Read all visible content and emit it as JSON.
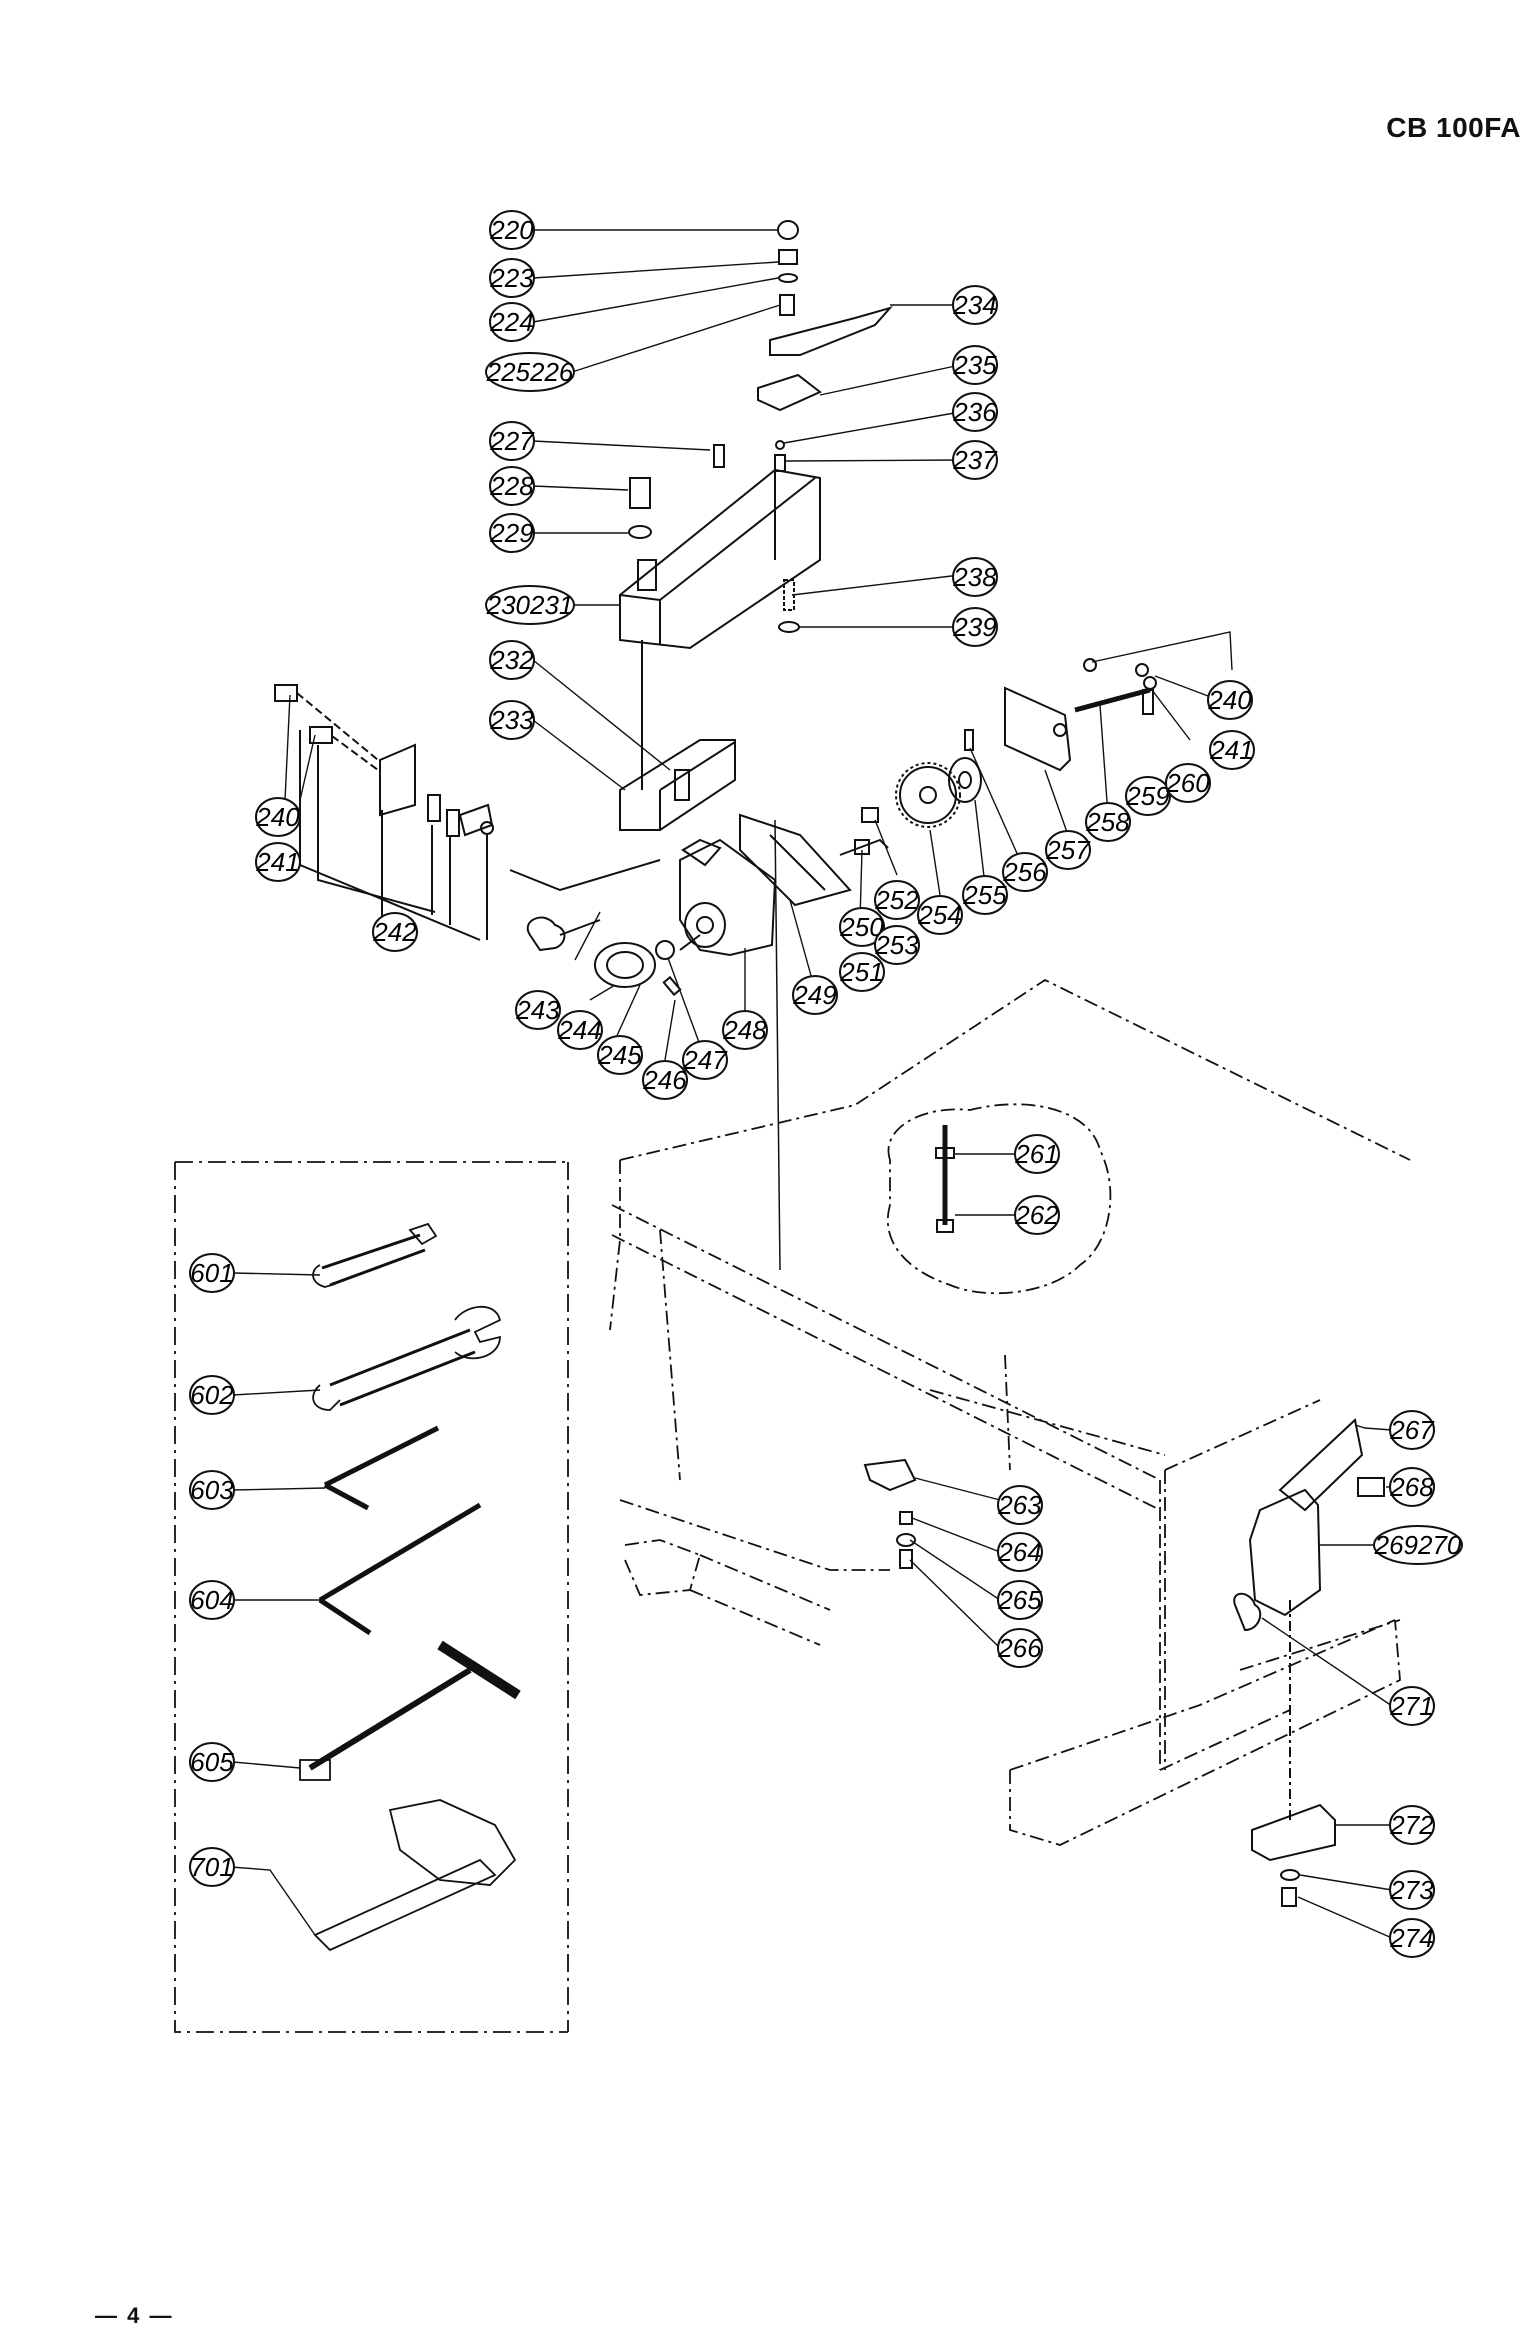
{
  "header": {
    "model": "CB 100FA"
  },
  "footer": {
    "page": "— 4 —"
  },
  "labels": [
    {
      "id": "220",
      "text": "220"
    },
    {
      "id": "223",
      "text": "223"
    },
    {
      "id": "224",
      "text": "224"
    },
    {
      "id": "225226",
      "text": "225226"
    },
    {
      "id": "227",
      "text": "227"
    },
    {
      "id": "228",
      "text": "228"
    },
    {
      "id": "229",
      "text": "229"
    },
    {
      "id": "230231",
      "text": "230231"
    },
    {
      "id": "232",
      "text": "232"
    },
    {
      "id": "233",
      "text": "233"
    },
    {
      "id": "234",
      "text": "234"
    },
    {
      "id": "235",
      "text": "235"
    },
    {
      "id": "236",
      "text": "236"
    },
    {
      "id": "237",
      "text": "237"
    },
    {
      "id": "238",
      "text": "238"
    },
    {
      "id": "239",
      "text": "239"
    },
    {
      "id": "240a",
      "text": "240"
    },
    {
      "id": "241a",
      "text": "241"
    },
    {
      "id": "240b",
      "text": "240"
    },
    {
      "id": "241b",
      "text": "241"
    },
    {
      "id": "242",
      "text": "242"
    },
    {
      "id": "243",
      "text": "243"
    },
    {
      "id": "244",
      "text": "244"
    },
    {
      "id": "245",
      "text": "245"
    },
    {
      "id": "246",
      "text": "246"
    },
    {
      "id": "247",
      "text": "247"
    },
    {
      "id": "248",
      "text": "248"
    },
    {
      "id": "249",
      "text": "249"
    },
    {
      "id": "250",
      "text": "250"
    },
    {
      "id": "251",
      "text": "251"
    },
    {
      "id": "252",
      "text": "252"
    },
    {
      "id": "253",
      "text": "253"
    },
    {
      "id": "254",
      "text": "254"
    },
    {
      "id": "255",
      "text": "255"
    },
    {
      "id": "256",
      "text": "256"
    },
    {
      "id": "257",
      "text": "257"
    },
    {
      "id": "258",
      "text": "258"
    },
    {
      "id": "259",
      "text": "259"
    },
    {
      "id": "260",
      "text": "260"
    },
    {
      "id": "261",
      "text": "261"
    },
    {
      "id": "262",
      "text": "262"
    },
    {
      "id": "263",
      "text": "263"
    },
    {
      "id": "264",
      "text": "264"
    },
    {
      "id": "265",
      "text": "265"
    },
    {
      "id": "266",
      "text": "266"
    },
    {
      "id": "267",
      "text": "267"
    },
    {
      "id": "268",
      "text": "268"
    },
    {
      "id": "269270",
      "text": "269270"
    },
    {
      "id": "271",
      "text": "271"
    },
    {
      "id": "272",
      "text": "272"
    },
    {
      "id": "273",
      "text": "273"
    },
    {
      "id": "274",
      "text": "274"
    },
    {
      "id": "601",
      "text": "601"
    },
    {
      "id": "602",
      "text": "602"
    },
    {
      "id": "603",
      "text": "603"
    },
    {
      "id": "604",
      "text": "604"
    },
    {
      "id": "605",
      "text": "605"
    },
    {
      "id": "701",
      "text": "701"
    }
  ]
}
